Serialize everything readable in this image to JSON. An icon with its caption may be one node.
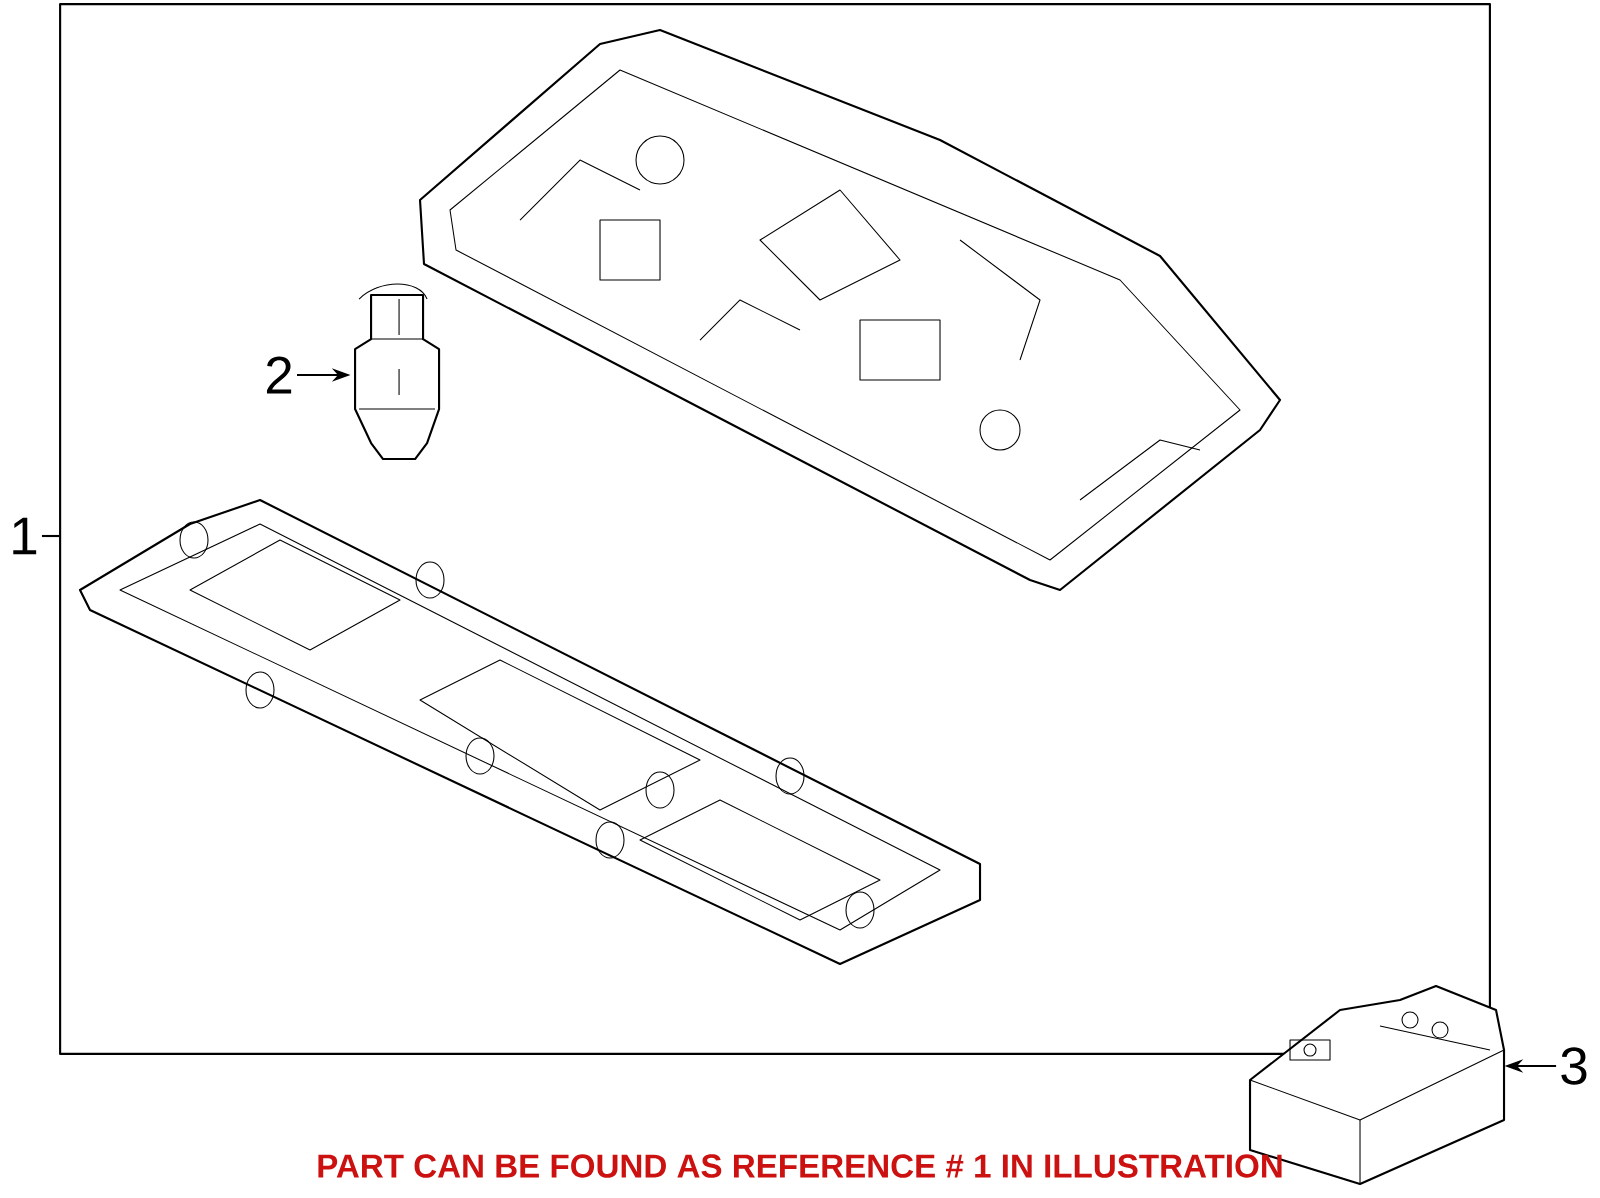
{
  "diagram": {
    "caption": "PART CAN BE FOUND AS REFERENCE # 1 IN ILLUSTRATION",
    "nodes": [
      {
        "text": [
          "1"
        ]
      },
      {
        "text": [],
        "shape": "box"
      },
      {
        "text": [
          "2"
        ],
        "in": 1
      },
      {
        "text": [],
        "shape": "picture",
        "in": 1
      },
      {
        "text": [
          "3"
        ]
      },
      {
        "text": [],
        "shape": "picture"
      }
    ],
    "edges": [
      {
        "from": 0,
        "to": 1,
        "arrow": "none"
      },
      {
        "from": 2,
        "to": 3,
        "arrow": "to"
      },
      {
        "from": 4,
        "to": 5,
        "arrow": "to"
      }
    ]
  }
}
